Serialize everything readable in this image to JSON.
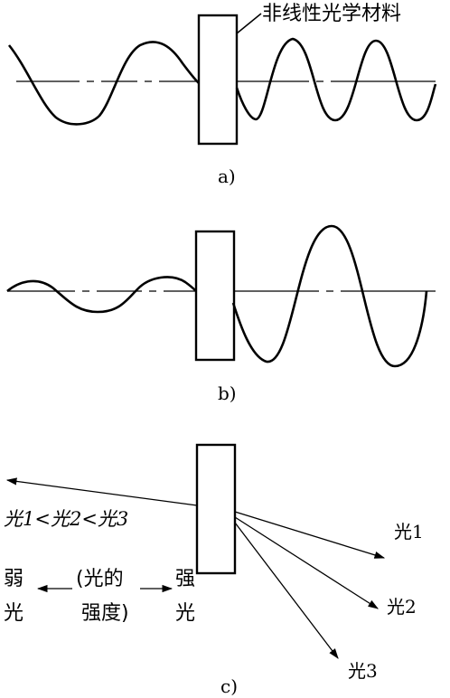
{
  "panel_a": {
    "material_label": "非线性光学材料",
    "caption": "a)"
  },
  "panel_b": {
    "caption": "b)"
  },
  "panel_c": {
    "incident_label": "光1<光2<光3",
    "out_labels": [
      "光1",
      "光2",
      "光3"
    ],
    "weak_label_1": "弱",
    "weak_label_2": "光",
    "intensity_label_1": "(光的",
    "intensity_label_2": "强度)",
    "strong_label_1": "强",
    "strong_label_2": "光",
    "caption": "c)"
  }
}
